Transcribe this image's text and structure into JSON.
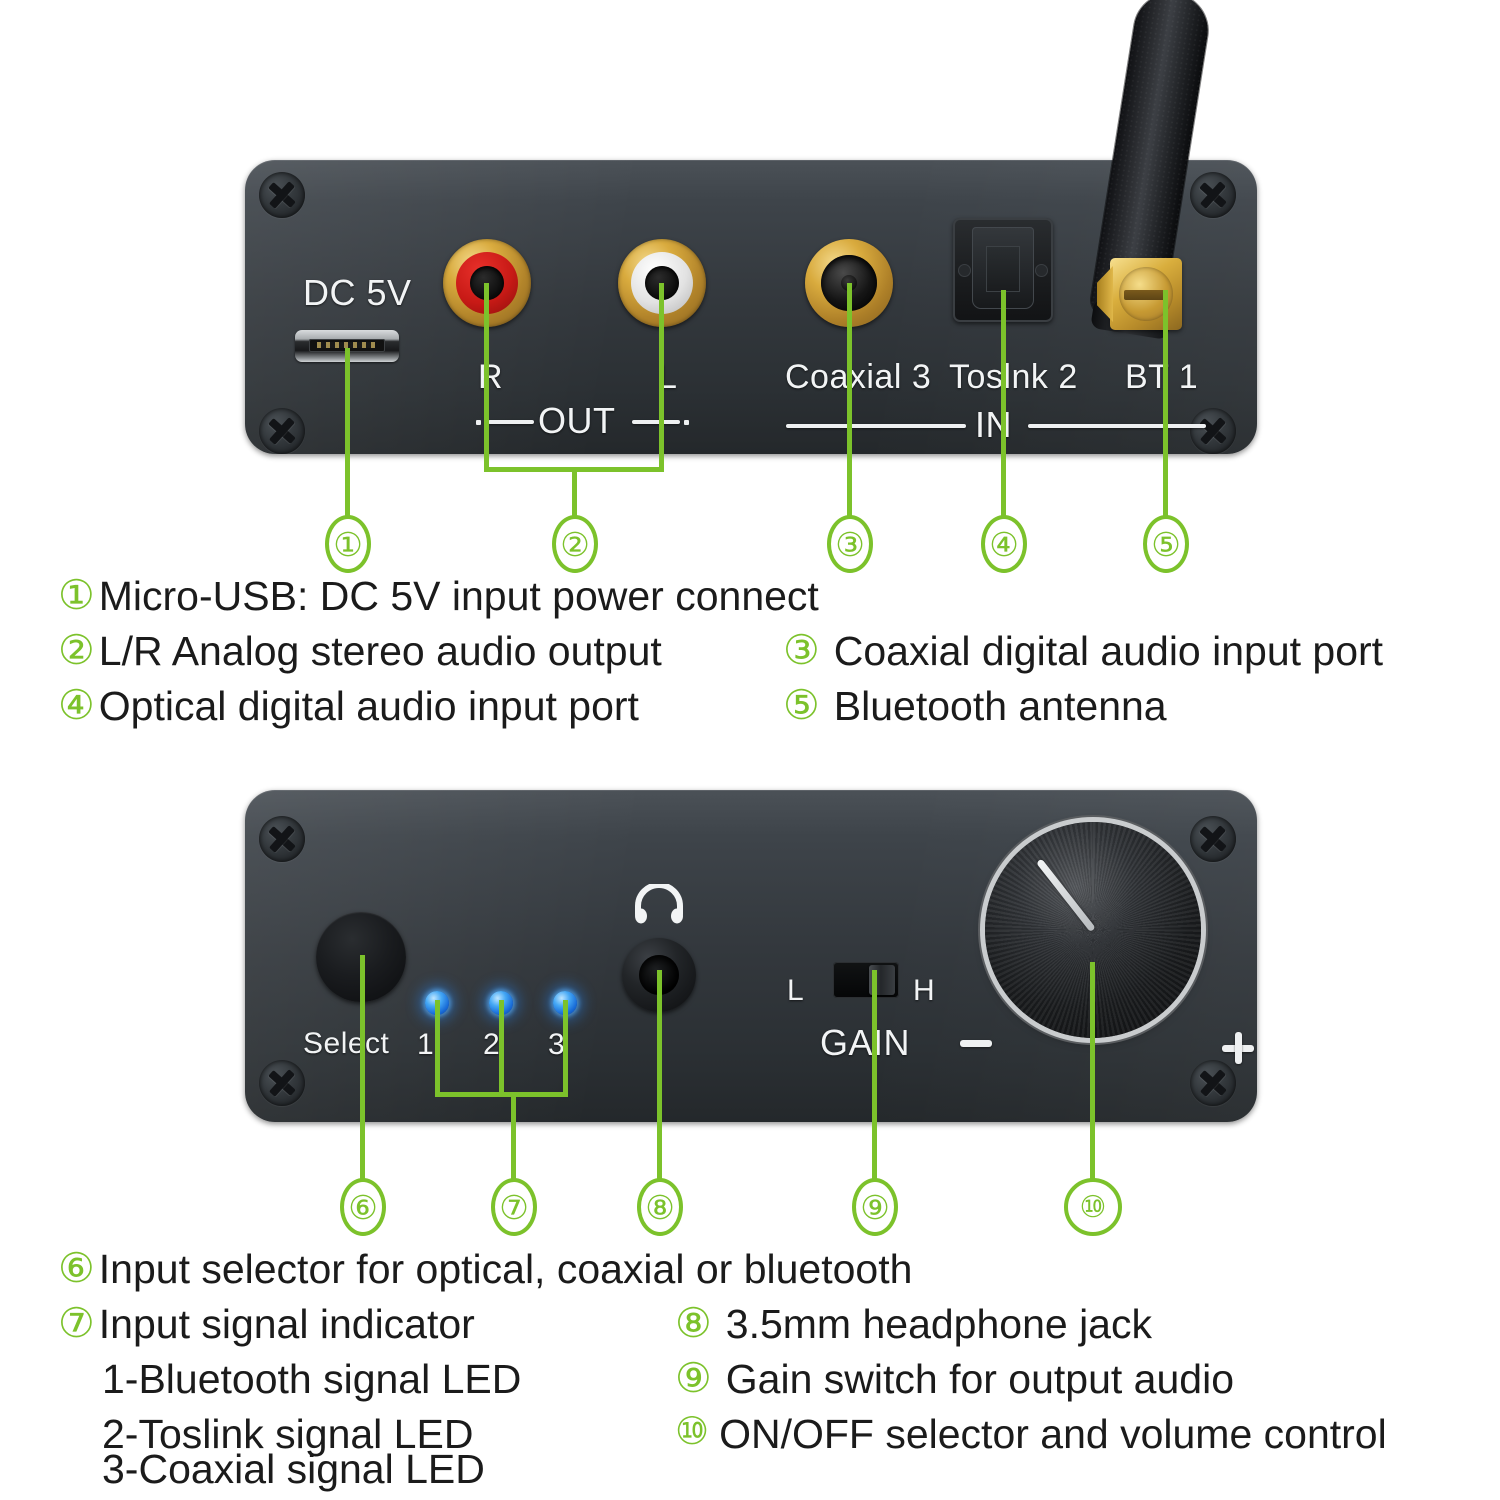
{
  "colors": {
    "accent_green": "#7cc22b",
    "panel_dark": "#33383d",
    "led_blue": "#2d9cf5",
    "silk_white": "#f2f4f5",
    "rca_red": "#c81a16",
    "rca_white": "#e2e2e2",
    "gold": "#d9ae3d"
  },
  "top_panel": {
    "labels": {
      "dc5v": "DC 5V",
      "r": "R",
      "l": "L",
      "out": "OUT",
      "coaxial": "Coaxial 3",
      "toslink": "Toslnk 2",
      "bt": "BT 1",
      "in": "IN"
    },
    "callouts": [
      "①",
      "②",
      "③",
      "④",
      "⑤"
    ]
  },
  "bottom_panel": {
    "labels": {
      "select": "Select",
      "led1": "1",
      "led2": "2",
      "led3": "3",
      "gain_low": "L",
      "gain_high": "H",
      "gain": "GAIN",
      "minus": "−",
      "plus": "+"
    },
    "callouts": [
      "⑥",
      "⑦",
      "⑧",
      "⑨",
      "⑩"
    ]
  },
  "legend_top": [
    {
      "num": "①",
      "text": "Micro-USB: DC 5V input power connect"
    },
    {
      "num": "②",
      "text": "L/R Analog stereo audio output"
    },
    {
      "num": "③",
      "text": "Coaxial digital audio input port"
    },
    {
      "num": "④",
      "text": "Optical digital audio input port"
    },
    {
      "num": "⑤",
      "text": "Bluetooth antenna"
    }
  ],
  "legend_bottom": [
    {
      "num": "⑥",
      "text": "Input selector for optical, coaxial or bluetooth"
    },
    {
      "num": "⑦",
      "text": "Input signal indicator"
    },
    {
      "num": "",
      "text": "1-Bluetooth signal LED"
    },
    {
      "num": "",
      "text": "2-Toslink signal LED"
    },
    {
      "num": "",
      "text": "3-Coaxial signal LED"
    },
    {
      "num": "⑧",
      "text": "3.5mm headphone jack"
    },
    {
      "num": "⑨",
      "text": "Gain switch for output audio"
    },
    {
      "num": "⑩",
      "text": "ON/OFF selector and volume control"
    }
  ]
}
